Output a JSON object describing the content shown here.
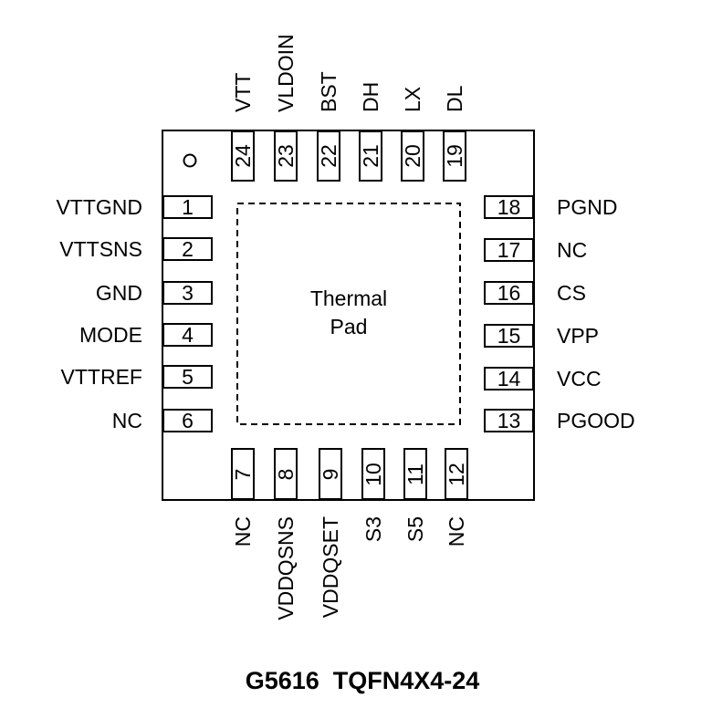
{
  "package": {
    "caption": "G5616  TQFN4X4-24",
    "pad_label_line1": "Thermal",
    "pad_label_line2": "Pad"
  },
  "pins_left": [
    {
      "num": "1",
      "name": "VTTGND"
    },
    {
      "num": "2",
      "name": "VTTSNS"
    },
    {
      "num": "3",
      "name": "GND"
    },
    {
      "num": "4",
      "name": "MODE"
    },
    {
      "num": "5",
      "name": "VTTREF"
    },
    {
      "num": "6",
      "name": "NC"
    }
  ],
  "pins_bottom": [
    {
      "num": "7",
      "name": "NC"
    },
    {
      "num": "8",
      "name": "VDDQSNS"
    },
    {
      "num": "9",
      "name": "VDDQSET"
    },
    {
      "num": "10",
      "name": "S3"
    },
    {
      "num": "11",
      "name": "S5"
    },
    {
      "num": "12",
      "name": "NC"
    }
  ],
  "pins_right": [
    {
      "num": "13",
      "name": "PGOOD"
    },
    {
      "num": "14",
      "name": "VCC"
    },
    {
      "num": "15",
      "name": "VPP"
    },
    {
      "num": "16",
      "name": "CS"
    },
    {
      "num": "17",
      "name": "NC"
    },
    {
      "num": "18",
      "name": "PGND"
    }
  ],
  "pins_top": [
    {
      "num": "19",
      "name": "DL"
    },
    {
      "num": "20",
      "name": "LX"
    },
    {
      "num": "21",
      "name": "DH"
    },
    {
      "num": "22",
      "name": "BST"
    },
    {
      "num": "23",
      "name": "VLDOIN"
    },
    {
      "num": "24",
      "name": "VTT"
    }
  ]
}
